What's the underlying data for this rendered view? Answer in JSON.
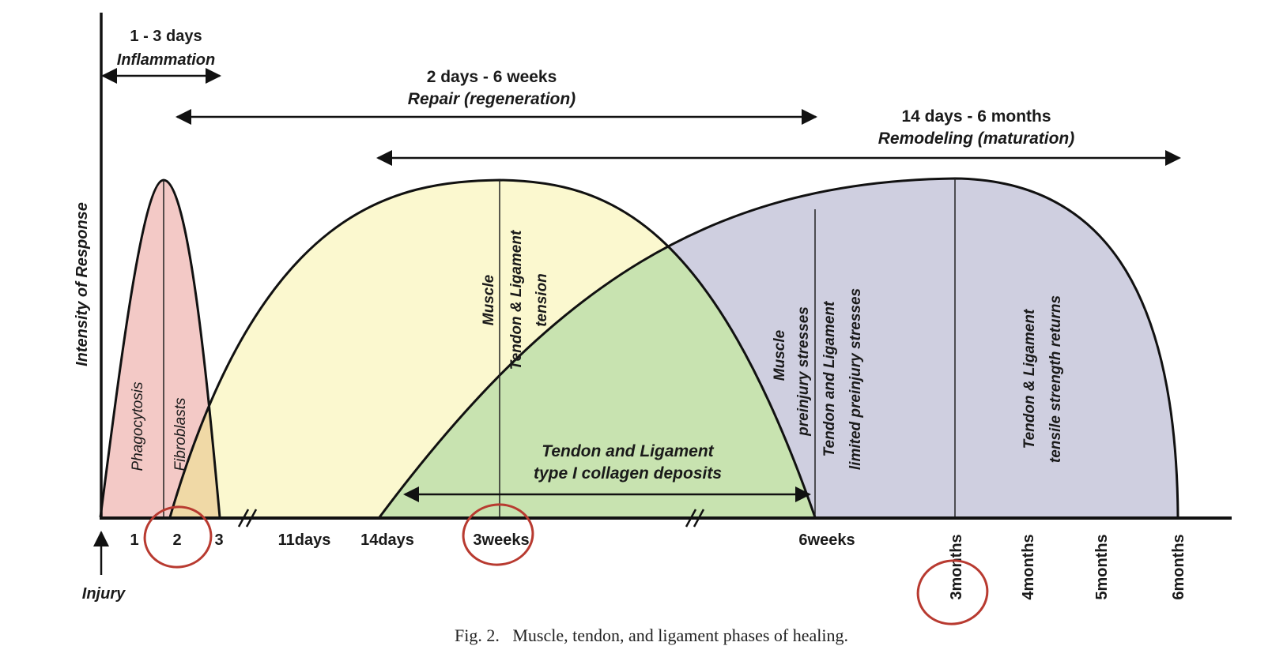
{
  "axis": {
    "y_label": "Intensity of Response",
    "injury_label": "Injury"
  },
  "phases": {
    "inflammation": {
      "duration": "1 - 3 days",
      "name": "Inflammation",
      "color": "#f3c9c6",
      "labels": [
        "Phagocytosis",
        "Fibroblasts"
      ]
    },
    "repair": {
      "duration": "2 days - 6 weeks",
      "name": "Repair (regeneration)",
      "color": "#fbf8cf",
      "labels": [
        "Muscle",
        "Tendon & Ligament",
        "tension"
      ]
    },
    "remodeling": {
      "duration": "14 days - 6 months",
      "name": "Remodeling (maturation)",
      "color": "#cfcfe0",
      "labels": [
        "Muscle",
        "preinjury stresses",
        "Tendon and Ligament",
        "limited preinjury stresses",
        "Tendon & Ligament",
        "tensile strength returns"
      ]
    },
    "overlap": {
      "color": "#c8e3b0",
      "labels": [
        "Tendon and Ligament",
        "type I collagen deposits"
      ]
    },
    "fibroblast_overlap_color": "#f0d9a6"
  },
  "ticks": [
    "1",
    "2",
    "3",
    "11days",
    "14days",
    "3weeks",
    "6weeks",
    "3months",
    "4months",
    "5months",
    "6months"
  ],
  "caption": "Fig. 2.   Muscle, tendon, and ligament phases of healing.",
  "annotation_color": "#b83a30"
}
